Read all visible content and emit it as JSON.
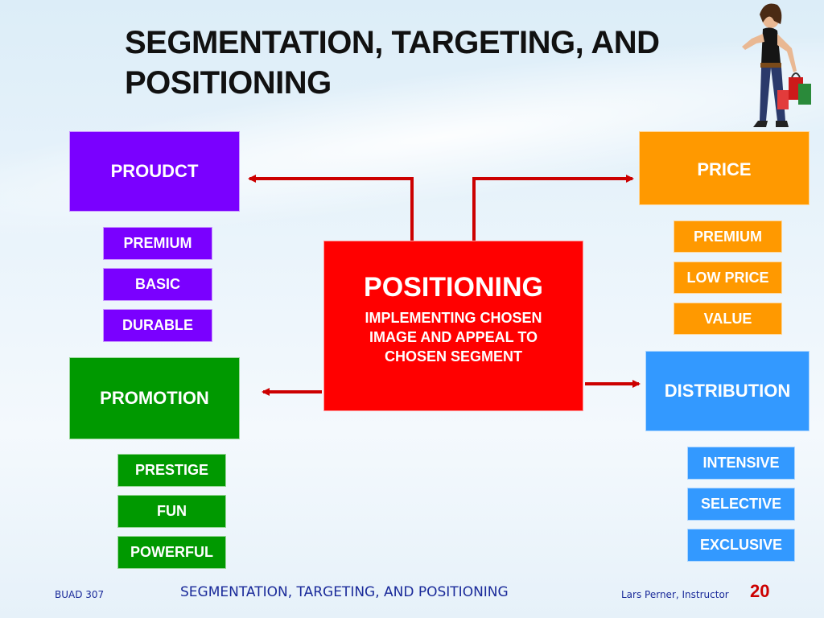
{
  "slide": {
    "title": "SEGMENTATION, TARGETING, AND POSITIONING"
  },
  "center": {
    "title": "POSITIONING",
    "subtitle": "IMPLEMENTING CHOSEN IMAGE AND APPEAL TO CHOSEN SEGMENT"
  },
  "product": {
    "label": "PROUDCT",
    "items": [
      "PREMIUM",
      "BASIC",
      "DURABLE"
    ]
  },
  "price": {
    "label": "PRICE",
    "items": [
      "PREMIUM",
      "LOW PRICE",
      "VALUE"
    ]
  },
  "promotion": {
    "label": "PROMOTION",
    "items": [
      "PRESTIGE",
      "FUN",
      "POWERFUL"
    ]
  },
  "distribution": {
    "label": "DISTRIBUTION",
    "items": [
      "INTENSIVE",
      "SELECTIVE",
      "EXCLUSIVE"
    ]
  },
  "footer": {
    "course": "BUAD 307",
    "topic": "SEGMENTATION, TARGETING, AND POSITIONING",
    "instructor": "Lars Perner, Instructor",
    "page": "20"
  },
  "colors": {
    "product": "#7a00ff",
    "price": "#ff9900",
    "promotion": "#009900",
    "distribution": "#3399ff",
    "positioning": "#ff0000",
    "arrow": "#cc0000"
  },
  "decoration": {
    "image": "shopper-with-bags"
  }
}
